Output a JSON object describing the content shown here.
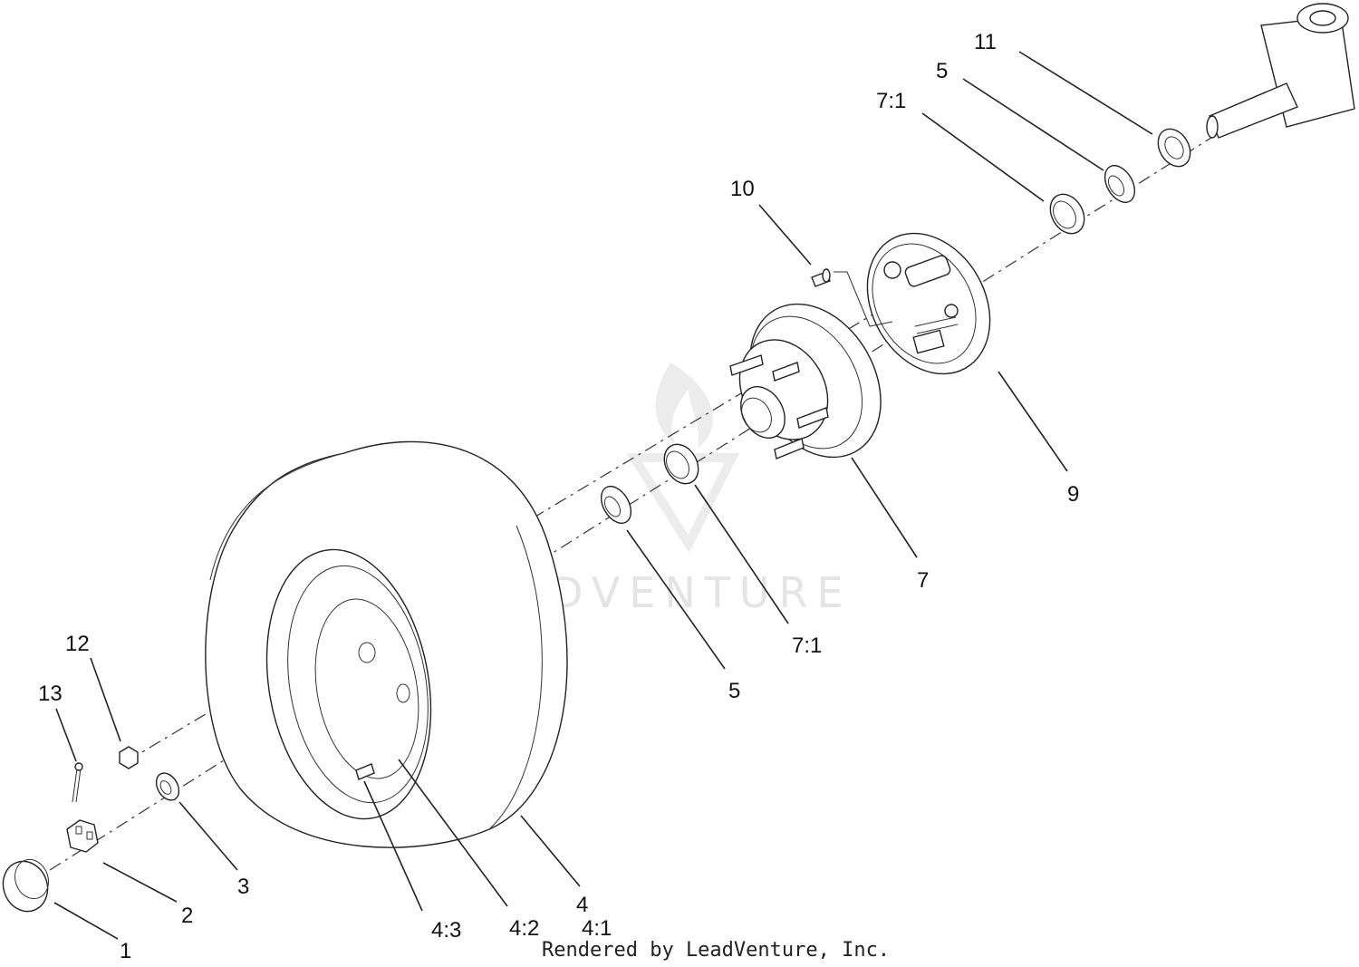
{
  "watermark": "LEADVENTURE",
  "footer": "Rendered by LeadVenture, Inc.",
  "callouts": {
    "c1": "1",
    "c2": "2",
    "c3": "3",
    "c4": "4",
    "c4_1": "4:1",
    "c4_2": "4:2",
    "c4_3": "4:3",
    "c5a": "5",
    "c5b": "5",
    "c7": "7",
    "c7_1a": "7:1",
    "c7_1b": "7:1",
    "c9": "9",
    "c10": "10",
    "c11": "11",
    "c12": "12",
    "c13": "13"
  }
}
